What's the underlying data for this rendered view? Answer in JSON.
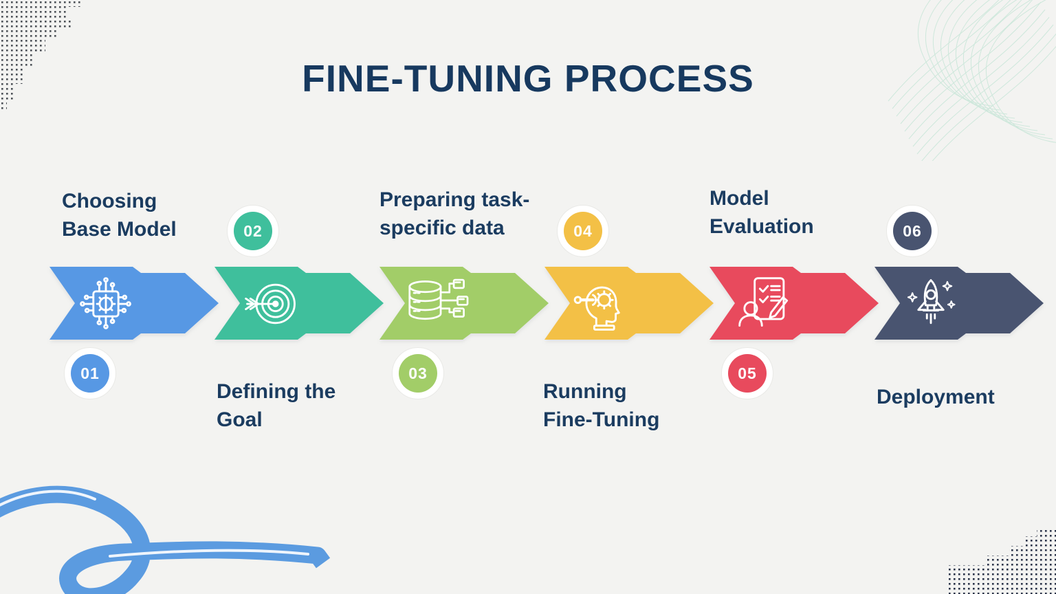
{
  "title": "FINE-TUNING PROCESS",
  "colors": {
    "background": "#f3f3f1",
    "heading": "#17395f",
    "label_text": "#1b3c60",
    "squiggle": "#5b9be0",
    "mesh": "#a9dcc6",
    "dots_top_left": "#4c5157",
    "dots_bottom_right": "#2b3449"
  },
  "steps": [
    {
      "num": "01",
      "line1": "Choosing",
      "line2": "Base Model",
      "color": "#5798e4",
      "icon": "ai-chip-icon"
    },
    {
      "num": "02",
      "line1": "Defining the",
      "line2": "Goal",
      "color": "#3fbf9c",
      "icon": "target-arrow-icon"
    },
    {
      "num": "03",
      "line1": "Preparing task-",
      "line2": "specific data",
      "color": "#a2cd68",
      "icon": "database-files-icon"
    },
    {
      "num": "04",
      "line1": "Running",
      "line2": "Fine-Tuning",
      "color": "#f3c046",
      "icon": "head-gear-wrench-icon"
    },
    {
      "num": "05",
      "line1": "Model",
      "line2": "Evaluation",
      "color": "#e84a5d",
      "icon": "evaluation-checklist-icon"
    },
    {
      "num": "06",
      "line1": "Deployment",
      "line2": "",
      "color": "#495470",
      "icon": "rocket-icon"
    }
  ]
}
